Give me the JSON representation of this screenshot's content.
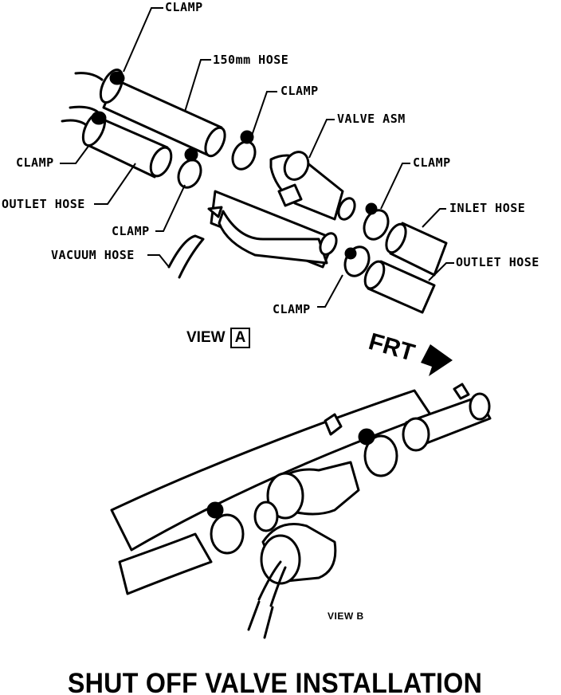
{
  "title": "SHUT  OFF VALVE INSTALLATION",
  "labels": {
    "clamp_top": "CLAMP",
    "hose_150": "150mm HOSE",
    "clamp_mid": "CLAMP",
    "valve_asm": "VALVE ASM",
    "clamp_right": "CLAMP",
    "inlet_hose": "INLET HOSE",
    "outlet_hose_right": "OUTLET HOSE",
    "clamp_bottom": "CLAMP",
    "clamp_left": "CLAMP",
    "outlet_hose_left": "OUTLET HOSE",
    "clamp_lower_left": "CLAMP",
    "vacuum_hose": "VACUUM HOSE"
  },
  "view_a": {
    "word": "VIEW",
    "letter": "A"
  },
  "frt": "FRT",
  "view_b": "VIEW B"
}
